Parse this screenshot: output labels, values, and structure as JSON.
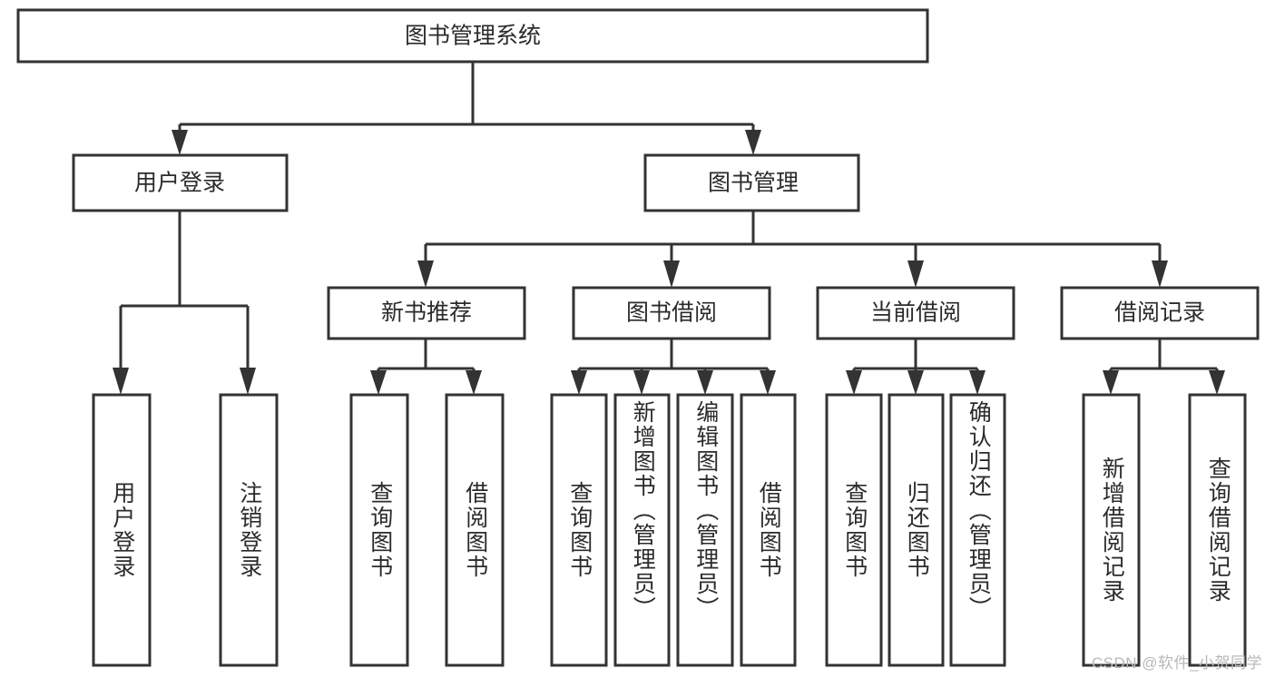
{
  "diagram": {
    "type": "tree",
    "title": "图书管理系统",
    "orientation": "top-down",
    "colors": {
      "box_fill": "#ffffff",
      "box_stroke": "#333333",
      "text": "#2b2b2b",
      "background": "#ffffff",
      "watermark": "#b8b8b8"
    },
    "root": {
      "label": "图书管理系统"
    },
    "level2": [
      {
        "label": "用户登录"
      },
      {
        "label": "图书管理"
      }
    ],
    "level3": [
      {
        "label": "新书推荐"
      },
      {
        "label": "图书借阅"
      },
      {
        "label": "当前借阅"
      },
      {
        "label": "借阅记录"
      }
    ],
    "leaves": {
      "user_login": [
        {
          "label": "用户登录"
        },
        {
          "label": "注销登录"
        }
      ],
      "new_book_recommend": [
        {
          "label": "查询图书"
        },
        {
          "label": "借阅图书"
        }
      ],
      "book_borrow": [
        {
          "label": "查询图书"
        },
        {
          "label": "新增图书（管理员）"
        },
        {
          "label": "编辑图书（管理员）"
        },
        {
          "label": "借阅图书"
        }
      ],
      "current_borrow": [
        {
          "label": "查询图书"
        },
        {
          "label": "归还图书"
        },
        {
          "label": "确认归还（管理员）"
        }
      ],
      "borrow_record": [
        {
          "label": "新增借阅记录"
        },
        {
          "label": "查询借阅记录"
        }
      ]
    }
  },
  "watermark": {
    "text": "CSDN @软件_小贺同学"
  }
}
